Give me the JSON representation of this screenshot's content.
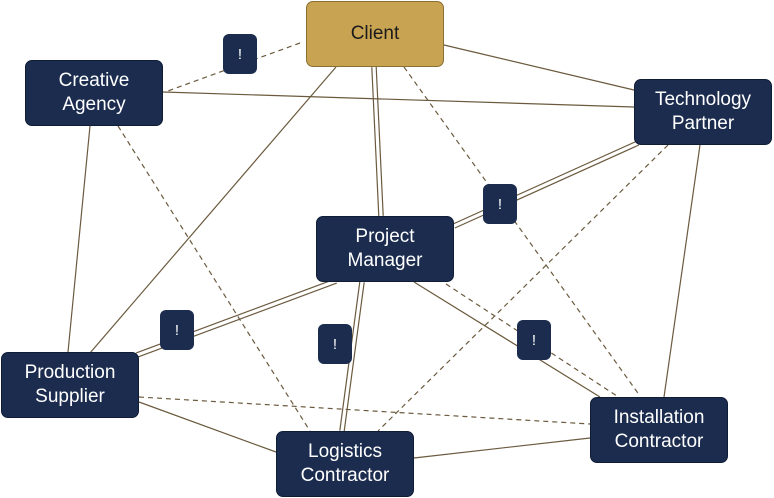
{
  "diagram": {
    "nodes": [
      {
        "id": "client",
        "lines": [
          "Client"
        ]
      },
      {
        "id": "creative-agency",
        "lines": [
          "Creative",
          "Agency"
        ]
      },
      {
        "id": "technology-partner",
        "lines": [
          "Technology",
          "Partner"
        ]
      },
      {
        "id": "project-manager",
        "lines": [
          "Project",
          "Manager"
        ]
      },
      {
        "id": "production-supplier",
        "lines": [
          "Production",
          "Supplier"
        ]
      },
      {
        "id": "installation-contractor",
        "lines": [
          "Installation",
          "Contractor"
        ]
      },
      {
        "id": "logistics-contractor",
        "lines": [
          "Logistics",
          "Contractor"
        ]
      }
    ],
    "flag_label": "!",
    "edges": [
      {
        "from": "client",
        "to": "creative-agency",
        "style": "dashed",
        "flag": true
      },
      {
        "from": "client",
        "to": "technology-partner",
        "style": "solid"
      },
      {
        "from": "client",
        "to": "project-manager",
        "style": "double"
      },
      {
        "from": "client",
        "to": "production-supplier",
        "style": "solid"
      },
      {
        "from": "client",
        "to": "installation-contractor",
        "style": "dashed"
      },
      {
        "from": "creative-agency",
        "to": "technology-partner",
        "style": "solid"
      },
      {
        "from": "creative-agency",
        "to": "production-supplier",
        "style": "solid"
      },
      {
        "from": "creative-agency",
        "to": "logistics-contractor",
        "style": "dashed"
      },
      {
        "from": "technology-partner",
        "to": "project-manager",
        "style": "double",
        "flag": true
      },
      {
        "from": "technology-partner",
        "to": "logistics-contractor",
        "style": "dashed"
      },
      {
        "from": "technology-partner",
        "to": "installation-contractor",
        "style": "solid"
      },
      {
        "from": "project-manager",
        "to": "production-supplier",
        "style": "double",
        "flag": true
      },
      {
        "from": "project-manager",
        "to": "logistics-contractor",
        "style": "double",
        "flag": true
      },
      {
        "from": "project-manager",
        "to": "installation-contractor",
        "style": "solid",
        "flag": true
      },
      {
        "from": "project-manager",
        "to": "installation-contractor",
        "style": "dashed"
      },
      {
        "from": "production-supplier",
        "to": "installation-contractor",
        "style": "dashed"
      },
      {
        "from": "production-supplier",
        "to": "logistics-contractor",
        "style": "solid"
      },
      {
        "from": "logistics-contractor",
        "to": "installation-contractor",
        "style": "solid"
      }
    ],
    "colors": {
      "node_fill": "#1b2c4e",
      "client_fill": "#c8a352",
      "line": "#6b5a3e",
      "node_text": "#ffffff",
      "client_text": "#1b1b1b"
    }
  }
}
